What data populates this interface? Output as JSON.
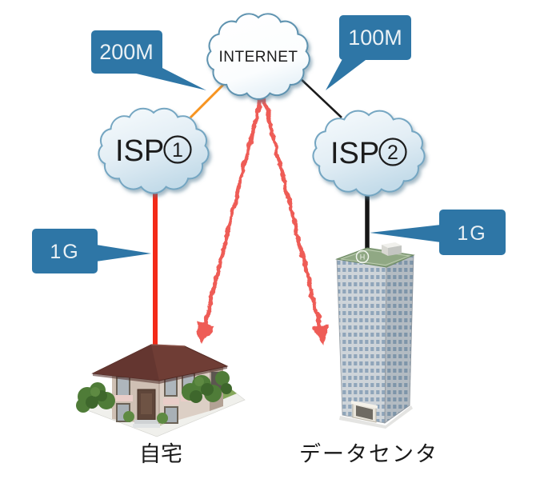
{
  "diagram": {
    "nodes": {
      "internet": {
        "label": "INTERNET"
      },
      "isp1": {
        "label": "ISP①",
        "text": "ISP",
        "number": "1"
      },
      "isp2": {
        "label": "ISP②",
        "text": "ISP",
        "number": "2"
      },
      "home": {
        "label": "自宅"
      },
      "datacenter": {
        "label": "データセンタ"
      },
      "helipad": {
        "label": "H"
      }
    },
    "callouts": {
      "isp1_uplink": {
        "label": "200M"
      },
      "isp2_uplink": {
        "label": "100M"
      },
      "home_link": {
        "label": "1G"
      },
      "datacenter_link": {
        "label": "1G"
      }
    },
    "links": {
      "internet_isp1": {
        "color": "#f79420"
      },
      "internet_isp2": {
        "color": "#1b1b1b"
      },
      "isp1_home": {
        "color": "#f32a18"
      },
      "isp2_datacenter": {
        "color": "#151515"
      }
    },
    "colors": {
      "callout": "#2e76a6",
      "callout_text": "#eaf1f5",
      "cloud_border": "#74a6c2",
      "internet_cloud_border": "#5e93b0",
      "arrow": "#ee5b57",
      "label_text": "#1a1a1a"
    }
  }
}
